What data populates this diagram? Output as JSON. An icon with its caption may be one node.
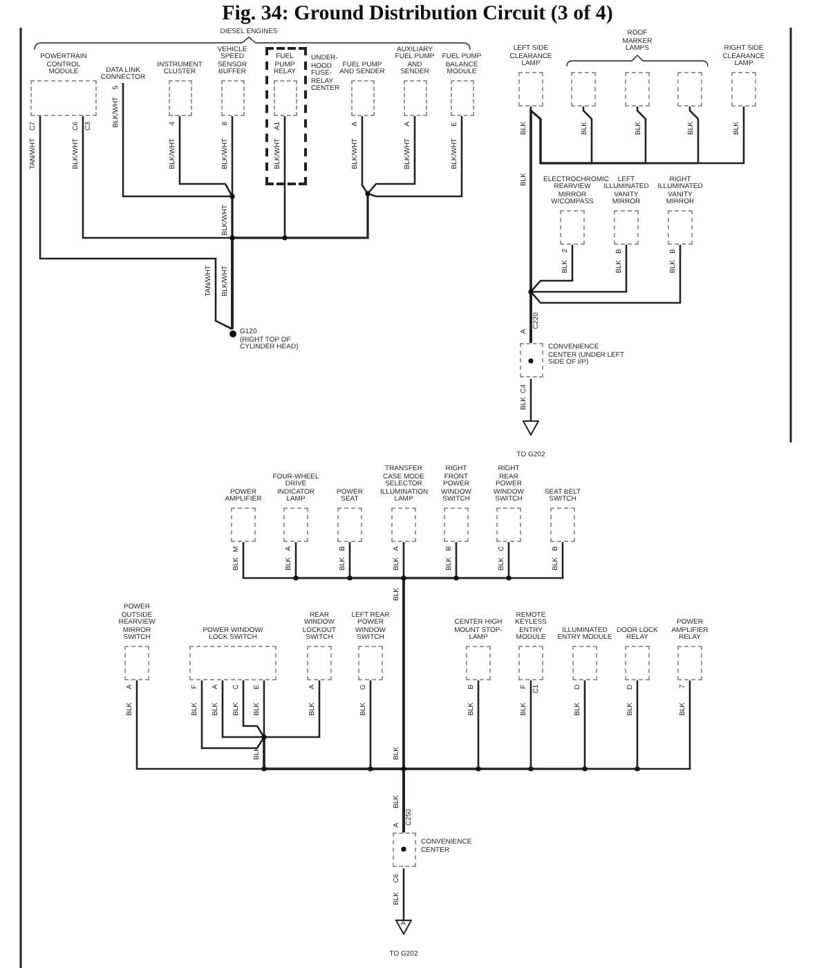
{
  "diagram": {
    "title": "Fig. 34: Ground Distribution Circuit (3 of 4)",
    "nodes": [
      {
        "text": [
          "POWERTRAIN CONTROL MODULE"
        ]
      },
      {
        "text": [
          "DATA LINK CONNECTOR"
        ]
      },
      {
        "text": [
          "INSTRUMENT CLUSTER"
        ]
      },
      {
        "text": [
          "VEHICLE SPEED SENSOR BUFFER"
        ]
      },
      {
        "text": [
          "UNDER-HOOD FUSE-RELAY CENTER"
        ]
      },
      {
        "text": [
          "FUEL PUMP RELAY"
        ],
        "in": 4
      },
      {
        "text": [
          "FUEL PUMP AND SENDER"
        ]
      },
      {
        "text": [
          "AUXILIARY FUEL PUMP AND SENDER"
        ]
      },
      {
        "text": [
          "FUEL PUMP BALANCE MODULE"
        ]
      },
      {
        "text": [
          "G120",
          "(RIGHT TOP OF CYLINDER HEAD)"
        ]
      },
      {
        "text": [
          "LEFT SIDE CLEARANCE LAMP"
        ]
      },
      {
        "text": [],
        "shape": "box"
      },
      {
        "text": [],
        "shape": "box"
      },
      {
        "text": [],
        "shape": "box"
      },
      {
        "text": [
          "RIGHT SIDE CLEARANCE LAMP"
        ]
      },
      {
        "text": [
          "ELECTROCHROMIC REARVIEW MIRROR W/COMPASS"
        ]
      },
      {
        "text": [
          "LEFT ILLUMINATED VANITY MIRROR"
        ]
      },
      {
        "text": [
          "RIGHT ILLUMINATED VANITY MIRROR"
        ]
      },
      {
        "text": [
          "CONVENIENCE CENTER (UNDER LEFT SIDE OF I/P)"
        ]
      },
      {
        "text": [
          "TO G202"
        ]
      },
      {
        "text": [
          "POWER AMPLIFIER"
        ]
      },
      {
        "text": [
          "FOUR-WHEEL DRIVE INDICATOR LAMP"
        ]
      },
      {
        "text": [
          "POWER SEAT"
        ]
      },
      {
        "text": [
          "TRANSFER CASE MODE SELECTOR ILLUMINATION LAMP"
        ]
      },
      {
        "text": [
          "RIGHT FRONT POWER WINDOW SWITCH"
        ]
      },
      {
        "text": [
          "RIGHT REAR POWER WINDOW SWITCH"
        ]
      },
      {
        "text": [
          "SEAT BELT SWITCH"
        ]
      },
      {
        "text": [
          "POWER OUTSIDE REARVIEW MIRROR SWITCH"
        ]
      },
      {
        "text": [
          "POWER WINDOW/ LOCK SWITCH"
        ]
      },
      {
        "text": [
          "REAR WINDOW LOCKOUT SWITCH"
        ]
      },
      {
        "text": [
          "LEFT REAR POWER WINDOW SWITCH"
        ]
      },
      {
        "text": [
          "CENTER HIGH MOUNT STOP-LAMP"
        ]
      },
      {
        "text": [
          "REMOTE KEYLESS ENTRY MODULE"
        ]
      },
      {
        "text": [
          "ILLUMINATED ENTRY MODULE"
        ]
      },
      {
        "text": [
          "DOOR LOCK RELAY"
        ]
      },
      {
        "text": [
          "POWER AMPLIFIER RELAY"
        ]
      },
      {
        "text": [
          "CONVENIENCE CENTER"
        ]
      },
      {
        "text": [
          "A",
          "TO G202"
        ]
      }
    ],
    "edges": [
      {
        "from": 0,
        "to": 9,
        "arrow": "none"
      },
      {
        "from": 0,
        "to": 9,
        "arrow": "none"
      },
      {
        "from": 1,
        "to": 9,
        "arrow": "none"
      },
      {
        "from": 2,
        "to": 9,
        "arrow": "none"
      },
      {
        "from": 3,
        "to": 9,
        "arrow": "none"
      },
      {
        "from": 5,
        "to": 9,
        "arrow": "none"
      },
      {
        "from": 6,
        "to": 9,
        "arrow": "none"
      },
      {
        "from": 7,
        "to": 9,
        "arrow": "none"
      },
      {
        "from": 8,
        "to": 9,
        "arrow": "none"
      },
      {
        "from": 10,
        "to": 18,
        "arrow": "none"
      },
      {
        "from": 11,
        "to": 18,
        "arrow": "none"
      },
      {
        "from": 12,
        "to": 18,
        "arrow": "none"
      },
      {
        "from": 13,
        "to": 18,
        "arrow": "none"
      },
      {
        "from": 14,
        "to": 18,
        "arrow": "none"
      },
      {
        "from": 15,
        "to": 18,
        "arrow": "none"
      },
      {
        "from": 16,
        "to": 18,
        "arrow": "none"
      },
      {
        "from": 17,
        "to": 18,
        "arrow": "none"
      },
      {
        "from": 18,
        "to": 19,
        "arrow": "none"
      },
      {
        "from": 20,
        "to": 36,
        "arrow": "none"
      },
      {
        "from": 21,
        "to": 36,
        "arrow": "none"
      },
      {
        "from": 22,
        "to": 36,
        "arrow": "none"
      },
      {
        "from": 23,
        "to": 36,
        "arrow": "none"
      },
      {
        "from": 24,
        "to": 36,
        "arrow": "none"
      },
      {
        "from": 25,
        "to": 36,
        "arrow": "none"
      },
      {
        "from": 26,
        "to": 36,
        "arrow": "none"
      },
      {
        "from": 27,
        "to": 36,
        "arrow": "none"
      },
      {
        "from": 28,
        "to": 36,
        "arrow": "none"
      },
      {
        "from": 28,
        "to": 36,
        "arrow": "none"
      },
      {
        "from": 28,
        "to": 36,
        "arrow": "none"
      },
      {
        "from": 28,
        "to": 36,
        "arrow": "none"
      },
      {
        "from": 29,
        "to": 36,
        "arrow": "none"
      },
      {
        "from": 30,
        "to": 36,
        "arrow": "none"
      },
      {
        "from": 31,
        "to": 36,
        "arrow": "none"
      },
      {
        "from": 32,
        "to": 36,
        "arrow": "none"
      },
      {
        "from": 33,
        "to": 36,
        "arrow": "none"
      },
      {
        "from": 34,
        "to": 36,
        "arrow": "none"
      },
      {
        "from": 35,
        "to": 36,
        "arrow": "none"
      },
      {
        "from": 36,
        "to": 37,
        "arrow": "none"
      }
    ],
    "labels": [
      "DIESEL ENGINES",
      "C7",
      "TAN/WHT",
      "C6",
      "C3",
      "BLK/WHT",
      "5",
      "BLK/WHT",
      "4",
      "BLK/WHT",
      "8",
      "BLK/WHT",
      "A1",
      "BLK/WHT",
      "A",
      "BLK/WHT",
      "A",
      "BLK/WHT",
      "E",
      "BLK/WHT",
      "BLK/WHT",
      "TAN/WHT",
      "BLK/WHT",
      "ROOF MARKER LAMPS",
      "BLK",
      "BLK",
      "BLK",
      "BLK",
      "BLK",
      "BLK",
      "2",
      "BLK",
      "B",
      "BLK",
      "B",
      "BLK",
      "C220",
      "A",
      "C4",
      "BLK",
      "M",
      "BLK",
      "A",
      "BLK",
      "B",
      "BLK",
      "A",
      "BLK",
      "B",
      "BLK",
      "C",
      "BLK",
      "B",
      "BLK",
      "BLK",
      "A",
      "BLK",
      "F",
      "BLK",
      "A",
      "BLK",
      "C",
      "BLK",
      "E",
      "BLK",
      "A",
      "BLK",
      "G",
      "BLK",
      "BLK",
      "BLK",
      "B",
      "BLK",
      "F",
      "C1",
      "BLK",
      "D",
      "BLK",
      "D",
      "BLK",
      "7",
      "BLK",
      "BLK",
      "C250",
      "A",
      "C6",
      "BLK"
    ]
  }
}
